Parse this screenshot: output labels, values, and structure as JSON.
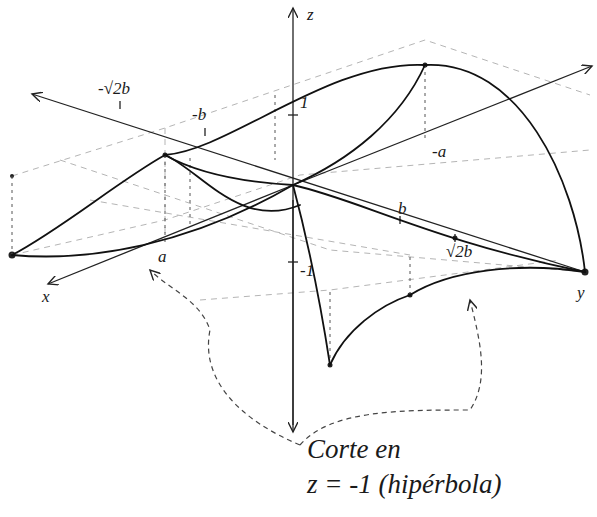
{
  "diagram": {
    "labels": [
      "z",
      "-√2b",
      "-b",
      "1",
      "-a",
      "b",
      "√2b",
      "x",
      "y",
      "a",
      "-1",
      "Corte en",
      "z = -1 (hipérbola)"
    ]
  }
}
